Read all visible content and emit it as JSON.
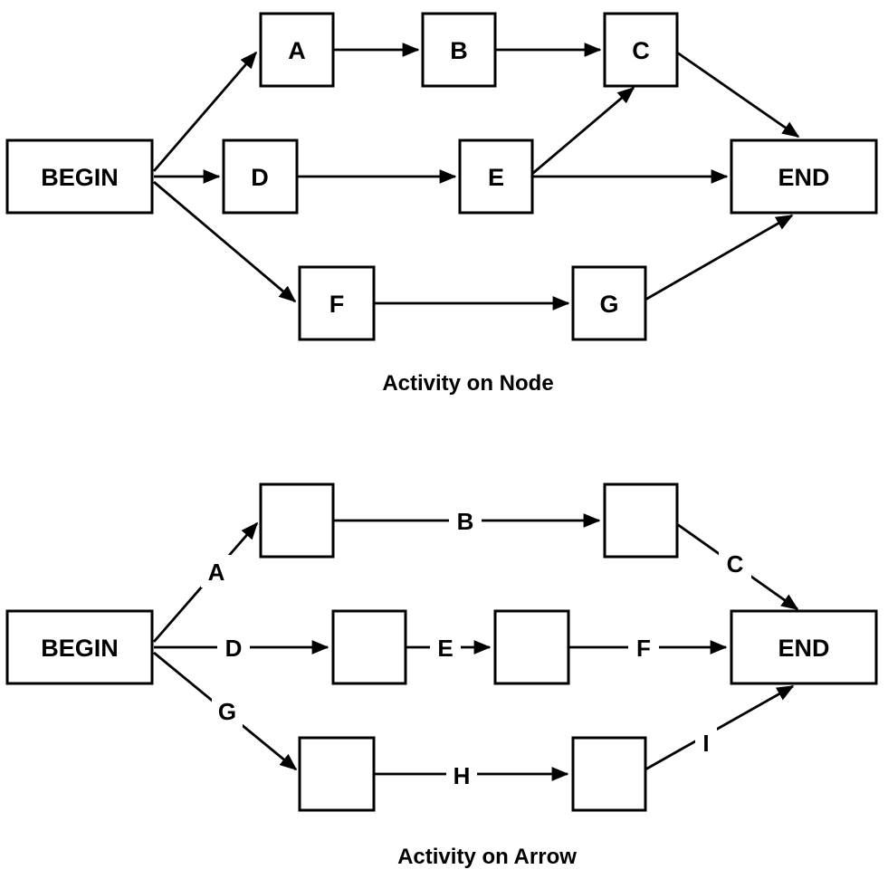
{
  "colors": {
    "ink": "#000000",
    "background": "#ffffff"
  },
  "aon": {
    "caption": "Activity on Node",
    "nodes": {
      "begin": "BEGIN",
      "a": "A",
      "b": "B",
      "c": "C",
      "d": "D",
      "e": "E",
      "f": "F",
      "g": "G",
      "end": "END"
    }
  },
  "aoa": {
    "caption": "Activity on Arrow",
    "nodes": {
      "begin": "BEGIN",
      "end": "END"
    },
    "edge_labels": {
      "a": "A",
      "b": "B",
      "c": "C",
      "d": "D",
      "e": "E",
      "f": "F",
      "g": "G",
      "h": "H",
      "i": "I"
    }
  }
}
